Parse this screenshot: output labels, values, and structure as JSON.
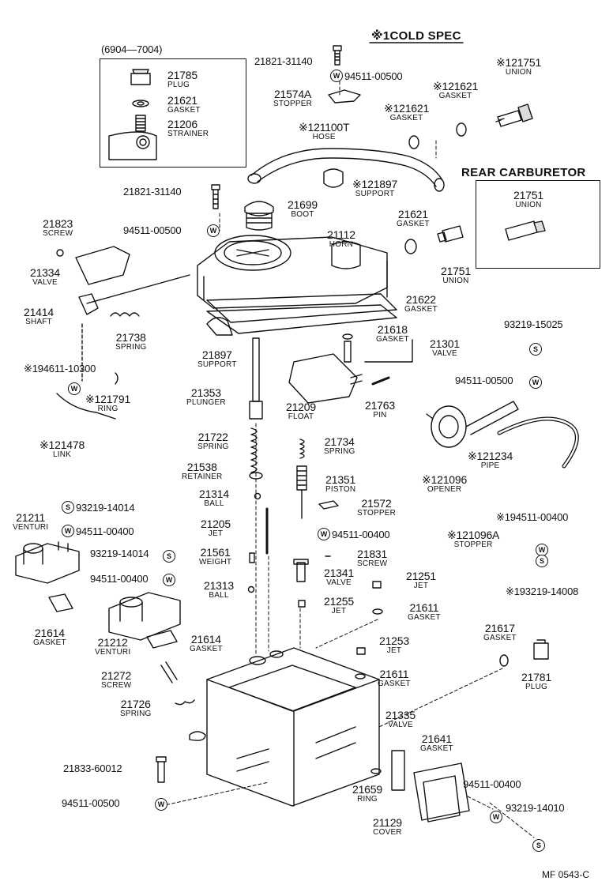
{
  "header": {
    "cold_spec": "※1COLD SPEC",
    "year_range": "(6904—7004)",
    "rear_carburetor": "REAR CARBURETOR",
    "figure_ref": "MF 0543-C"
  },
  "symbols": {
    "washer": "W",
    "screw": "S"
  },
  "parts": {
    "p21785": {
      "num": "21785",
      "desc": "PLUG"
    },
    "p21621a": {
      "num": "21621",
      "desc": "GASKET"
    },
    "p21206": {
      "num": "21206",
      "desc": "STRAINER"
    },
    "p21821a": {
      "num": "21821-31140"
    },
    "p94511a": {
      "num": "94511-00500"
    },
    "p21574A": {
      "num": "21574A",
      "desc": "STOPPER"
    },
    "p21621b": {
      "num": "※121621",
      "desc": "GASKET"
    },
    "p21751a": {
      "num": "※121751",
      "desc": "UNION"
    },
    "p21621c": {
      "num": "※121621",
      "desc": "GASKET"
    },
    "p21100T": {
      "num": "※121100T",
      "desc": "HOSE"
    },
    "p21897a": {
      "num": "※121897",
      "desc": "SUPPORT"
    },
    "p21821b": {
      "num": "21821-31140"
    },
    "p21699": {
      "num": "21699",
      "desc": "BOOT"
    },
    "p94511b": {
      "num": "94511-00500"
    },
    "p21823": {
      "num": "21823",
      "desc": "SCREW"
    },
    "p21334": {
      "num": "21334",
      "desc": "VALVE"
    },
    "p21112": {
      "num": "21112",
      "desc": "HORN"
    },
    "p21621d": {
      "num": "21621",
      "desc": "GASKET"
    },
    "p21751b": {
      "num": "21751",
      "desc": "UNION"
    },
    "p21751c": {
      "num": "21751",
      "desc": "UNION"
    },
    "p21414": {
      "num": "21414",
      "desc": "SHAFT"
    },
    "p21738": {
      "num": "21738",
      "desc": "SPRING"
    },
    "p21622": {
      "num": "21622",
      "desc": "GASKET"
    },
    "p21618": {
      "num": "21618",
      "desc": "GASKET"
    },
    "p21301": {
      "num": "21301",
      "desc": "VALVE"
    },
    "p93219a": {
      "num": "93219-15025"
    },
    "p21897b": {
      "num": "21897",
      "desc": "SUPPORT"
    },
    "p94611": {
      "num": "※194611-10300"
    },
    "p21791": {
      "num": "※121791",
      "desc": "RING"
    },
    "p21353": {
      "num": "21353",
      "desc": "PLUNGER"
    },
    "p21209": {
      "num": "21209",
      "desc": "FLOAT"
    },
    "p21763": {
      "num": "21763",
      "desc": "PIN"
    },
    "p94511c": {
      "num": "94511-00500"
    },
    "p21478": {
      "num": "※121478",
      "desc": "LINK"
    },
    "p21722": {
      "num": "21722",
      "desc": "SPRING"
    },
    "p21734": {
      "num": "21734",
      "desc": "SPRING"
    },
    "p21234": {
      "num": "※121234",
      "desc": "PIPE"
    },
    "p21538": {
      "num": "21538",
      "desc": "RETAINER"
    },
    "p21351": {
      "num": "21351",
      "desc": "PISTON"
    },
    "p21096": {
      "num": "※121096",
      "desc": "OPENER"
    },
    "p21314": {
      "num": "21314",
      "desc": "BALL"
    },
    "p21572": {
      "num": "21572",
      "desc": "STOPPER"
    },
    "p21211": {
      "num": "21211",
      "desc": "VENTURI"
    },
    "p93219b": {
      "num": "93219-14014"
    },
    "p94511d": {
      "num": "94511-00400"
    },
    "p21205": {
      "num": "21205",
      "desc": "JET"
    },
    "p94511e": {
      "num": "94511-00400"
    },
    "p94511f": {
      "num": "※194511-00400"
    },
    "p21096A": {
      "num": "※121096A",
      "desc": "STOPPER"
    },
    "p93219c": {
      "num": "93219-14014"
    },
    "p21561": {
      "num": "21561",
      "desc": "WEIGHT"
    },
    "p21831": {
      "num": "21831",
      "desc": "SCREW"
    },
    "p94511g": {
      "num": "94511-00400"
    },
    "p21341": {
      "num": "21341",
      "desc": "VALVE"
    },
    "p21251": {
      "num": "21251",
      "desc": "JET"
    },
    "p93219d": {
      "num": "※193219-14008"
    },
    "p21313": {
      "num": "21313",
      "desc": "BALL"
    },
    "p21255": {
      "num": "21255",
      "desc": "JET"
    },
    "p21611a": {
      "num": "21611",
      "desc": "GASKET"
    },
    "p21614a": {
      "num": "21614",
      "desc": "GASKET"
    },
    "p21212": {
      "num": "21212",
      "desc": "VENTURI"
    },
    "p21614b": {
      "num": "21614",
      "desc": "GASKET"
    },
    "p21617": {
      "num": "21617",
      "desc": "GASKET"
    },
    "p21253": {
      "num": "21253",
      "desc": "JET"
    },
    "p21272": {
      "num": "21272",
      "desc": "SCREW"
    },
    "p21611b": {
      "num": "21611",
      "desc": "GASKET"
    },
    "p21781": {
      "num": "21781",
      "desc": "PLUG"
    },
    "p21726": {
      "num": "21726",
      "desc": "SPRING"
    },
    "p21335": {
      "num": "21335",
      "desc": "VALVE"
    },
    "p21641": {
      "num": "21641",
      "desc": "GASKET"
    },
    "p21833": {
      "num": "21833-60012"
    },
    "p94511h": {
      "num": "94511-00400"
    },
    "p21659": {
      "num": "21659",
      "desc": "RING"
    },
    "p94511i": {
      "num": "94511-00500"
    },
    "p93219e": {
      "num": "93219-14010"
    },
    "p21129": {
      "num": "21129",
      "desc": "COVER"
    }
  }
}
